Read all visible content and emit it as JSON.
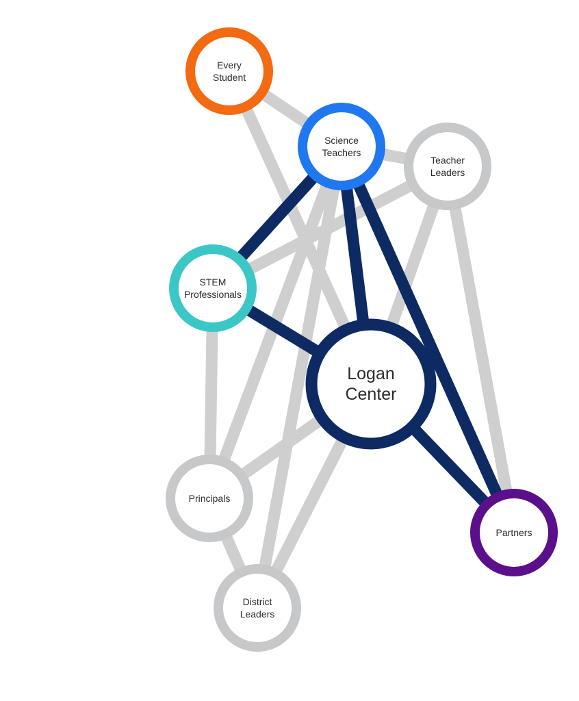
{
  "colors": {
    "weak_link": "#cfcfcf",
    "strong_link": "#0d2a63",
    "node_fill": "#ffffff",
    "gray_ring": "#c7c8ca",
    "orange_ring": "#f26a12",
    "blue_ring": "#1f78f0",
    "teal_ring": "#3cc7c7",
    "navy_ring": "#0d2a63",
    "purple_ring": "#5b0f8a"
  },
  "nodes": [
    {
      "id": "every-student",
      "lines": [
        "Every",
        "Student"
      ],
      "ring_color": "#f26a12"
    },
    {
      "id": "science-teachers",
      "lines": [
        "Science",
        "Teachers"
      ],
      "ring_color": "#1f78f0"
    },
    {
      "id": "teacher-leaders",
      "lines": [
        "Teacher",
        "Leaders"
      ],
      "ring_color": "#c7c8ca"
    },
    {
      "id": "stem-professionals",
      "lines": [
        "STEM",
        "Professionals"
      ],
      "ring_color": "#3cc7c7"
    },
    {
      "id": "logan-center",
      "lines": [
        "Logan",
        "Center"
      ],
      "ring_color": "#0d2a63"
    },
    {
      "id": "principals",
      "lines": [
        "Principals"
      ],
      "ring_color": "#c7c8ca"
    },
    {
      "id": "partners",
      "lines": [
        "Partners"
      ],
      "ring_color": "#5b0f8a"
    },
    {
      "id": "district-leaders",
      "lines": [
        "District",
        "Leaders"
      ],
      "ring_color": "#c7c8ca"
    }
  ],
  "links": [
    {
      "from": "every-student",
      "to": "science-teachers",
      "strength": "weak"
    },
    {
      "from": "every-student",
      "to": "logan-center",
      "strength": "weak"
    },
    {
      "from": "science-teachers",
      "to": "teacher-leaders",
      "strength": "weak"
    },
    {
      "from": "science-teachers",
      "to": "principals",
      "strength": "weak"
    },
    {
      "from": "science-teachers",
      "to": "district-leaders",
      "strength": "weak"
    },
    {
      "from": "teacher-leaders",
      "to": "stem-professionals",
      "strength": "weak"
    },
    {
      "from": "teacher-leaders",
      "to": "logan-center",
      "strength": "weak"
    },
    {
      "from": "teacher-leaders",
      "to": "partners",
      "strength": "weak"
    },
    {
      "from": "stem-professionals",
      "to": "principals",
      "strength": "weak"
    },
    {
      "from": "logan-center",
      "to": "principals",
      "strength": "weak"
    },
    {
      "from": "logan-center",
      "to": "district-leaders",
      "strength": "weak"
    },
    {
      "from": "principals",
      "to": "district-leaders",
      "strength": "weak"
    },
    {
      "from": "science-teachers",
      "to": "stem-professionals",
      "strength": "strong"
    },
    {
      "from": "science-teachers",
      "to": "logan-center",
      "strength": "strong"
    },
    {
      "from": "science-teachers",
      "to": "partners",
      "strength": "strong"
    },
    {
      "from": "stem-professionals",
      "to": "logan-center",
      "strength": "strong"
    },
    {
      "from": "logan-center",
      "to": "partners",
      "strength": "strong"
    }
  ]
}
